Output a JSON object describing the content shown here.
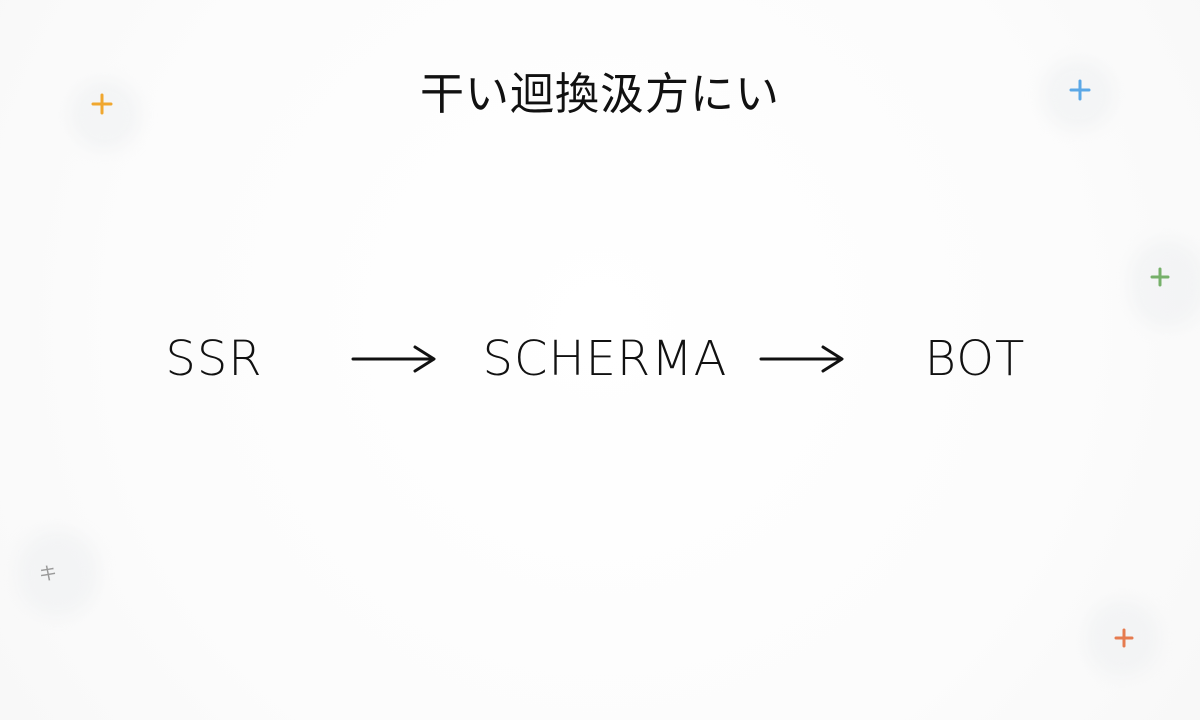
{
  "title": "干い迴換汲方にい",
  "flow": {
    "nodes": [
      "SSR",
      "SCHERMA",
      "BOT"
    ]
  },
  "decorations": {
    "small_mark": "キ"
  },
  "colors": {
    "text": "#151515",
    "orange_sparkle": "#f0a72f",
    "blue_sparkle": "#5aa7e6",
    "green_sparkle": "#76b06a",
    "red_sparkle": "#e67b4f"
  }
}
